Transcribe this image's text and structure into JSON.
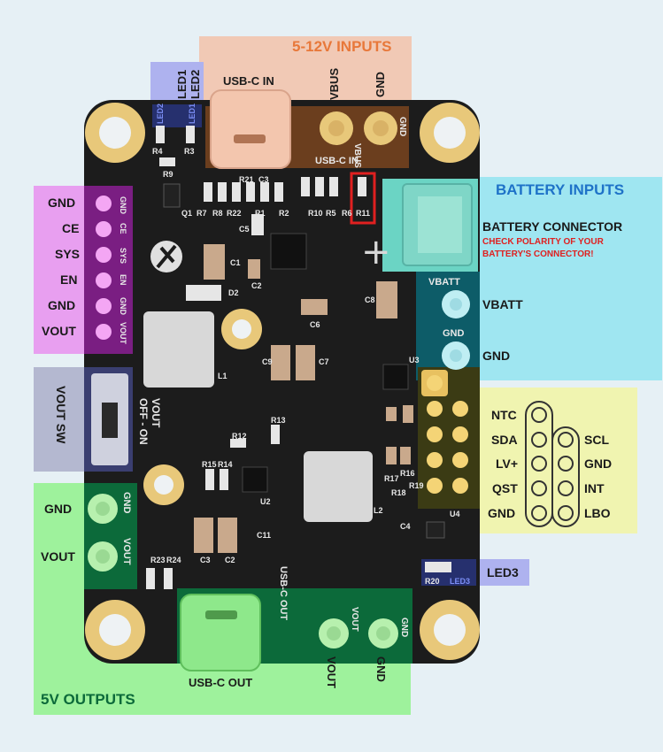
{
  "colors": {
    "background": "#e6f0f5",
    "pcb": "#1c1c1c",
    "input_zone": "#f1c9b5",
    "input_title": "#e8783a",
    "battery_zone": "#9fe6f1",
    "battery_title": "#1e72c8",
    "warning": "#e02020",
    "gpio_zone": "#f0f4b0",
    "output_zone": "#9ef29c",
    "output_dark": "#0c6a3a",
    "pins_zone": "#e89ff0",
    "pins_dark": "#7a1e82",
    "switch_zone": "#b4b8d0",
    "led_zone": "#aeb2ef"
  },
  "inputs": {
    "title": "5-12V INPUTS",
    "usbc_label": "USB-C IN",
    "vbus_label": "VBUS",
    "gnd_label": "GND",
    "silk_vbus": "VBUS",
    "silk_gnd": "GND",
    "silk_usbc": "USB-C IN"
  },
  "leds": {
    "led1": "LED1",
    "led2": "LED2",
    "silk_led1": "LED1",
    "silk_led2": "LED2",
    "led3": "LED3",
    "silk_led3": "LED3"
  },
  "battery": {
    "title": "BATTERY INPUTS",
    "connector_label": "BATTERY CONNECTOR",
    "warning_line1": "CHECK POLARITY OF YOUR",
    "warning_line2": "BATTERY'S CONNECTOR!",
    "vbatt_label": "VBATT",
    "gnd_label": "GND",
    "silk_vbatt": "VBATT",
    "silk_gnd": "GND"
  },
  "left_pins": {
    "labels": [
      "GND",
      "CE",
      "SYS",
      "EN",
      "GND",
      "VOUT"
    ],
    "silk": [
      "GND",
      "CE",
      "SYS",
      "EN",
      "GND",
      "VOUT"
    ]
  },
  "switch": {
    "label": "VOUT SW",
    "silk_line1": "VOUT",
    "silk_line2": "OFF - ON"
  },
  "gpio": {
    "left": [
      "NTC",
      "SDA",
      "LV+",
      "QST",
      "GND"
    ],
    "right": [
      "SCL",
      "GND",
      "INT",
      "LBO"
    ]
  },
  "outputs": {
    "title": "5V OUTPUTS",
    "left_gnd": "GND",
    "left_vout": "VOUT",
    "usbc_label": "USB-C OUT",
    "vout_label": "VOUT",
    "gnd_label": "GND",
    "silk_gnd": "GND",
    "silk_vout": "VOUT",
    "silk_usbc": "USB-C OUT",
    "silk_bottom_vout": "VOUT",
    "silk_bottom_gnd": "GND"
  },
  "components": [
    "R4",
    "R3",
    "R9",
    "R21",
    "C3",
    "R1",
    "Q1",
    "R7",
    "R8",
    "R22",
    "R2",
    "R10",
    "R5",
    "R6",
    "R11",
    "C5",
    "C1",
    "C2",
    "D2",
    "C6",
    "C8",
    "C9",
    "C7",
    "L1",
    "U3",
    "R12",
    "R13",
    "R15",
    "R14",
    "U2",
    "R16",
    "R19",
    "R17",
    "R18",
    "L2",
    "C4",
    "U4",
    "C3",
    "C2",
    "C11",
    "R23",
    "R24",
    "R20"
  ]
}
